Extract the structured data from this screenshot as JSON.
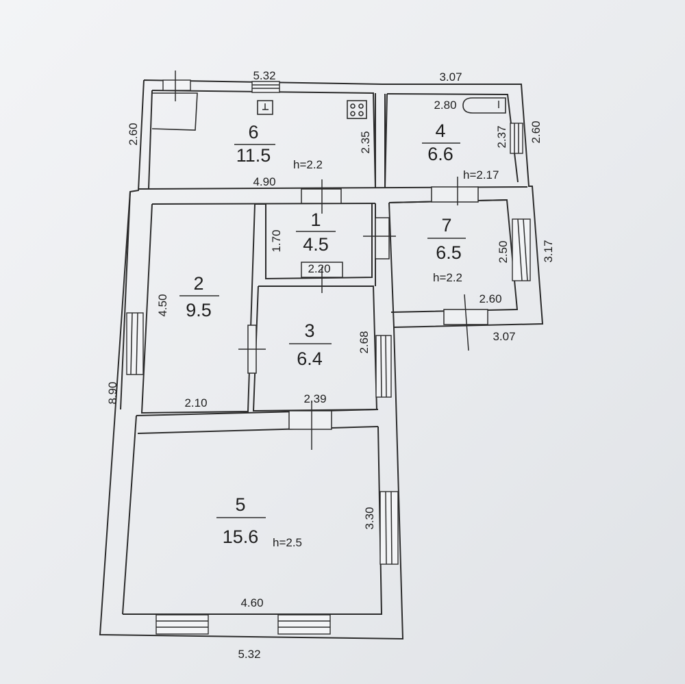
{
  "rooms": [
    {
      "id": "1",
      "area": "4.5"
    },
    {
      "id": "2",
      "area": "9.5"
    },
    {
      "id": "3",
      "area": "6.4"
    },
    {
      "id": "4",
      "area": "6.6"
    },
    {
      "id": "5",
      "area": "15.6"
    },
    {
      "id": "6",
      "area": "11.5"
    },
    {
      "id": "7",
      "area": "6.5"
    }
  ],
  "heights": {
    "kitchen": "h=2.2",
    "bathroom": "h=2.17",
    "room7": "h=2.2",
    "room5": "h=2.5"
  },
  "dimensions": {
    "top_left": "5.32",
    "top_right": "3.07",
    "left_top": "2.60",
    "kitchen_inner_height": "2.35",
    "kitchen_inner_width": "4.90",
    "bath_tub": "2.80",
    "bath_inner_height": "2.37",
    "right_top": "2.60",
    "room1_height": "1.70",
    "room1_width": "2.20",
    "room2_height": "4.50",
    "room2_width": "2.10",
    "room3_height": "2.68",
    "room3_width": "2.39",
    "room7_height": "2.50",
    "room7_outer_height": "3.17",
    "room7_width": "2.60",
    "room7_outer_width": "3.07",
    "left_total": "8.90",
    "room5_height": "3.30",
    "room5_width": "4.60",
    "bottom_total": "5.32"
  }
}
